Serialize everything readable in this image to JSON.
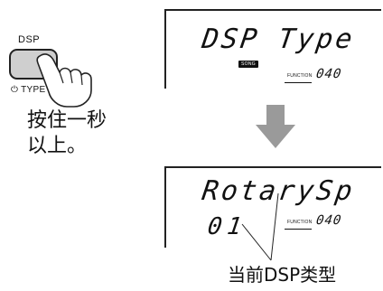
{
  "button": {
    "top_label": "DSP",
    "bottom_label": "⏻ TYPE"
  },
  "instruction": {
    "line1": "按住一秒",
    "line2": "以上。"
  },
  "display_before": {
    "main_text": "DSP Type",
    "badge": "SONG",
    "function_label": "FUNCTION",
    "function_number": "040"
  },
  "display_after": {
    "main_text": "RotarySp",
    "value": "01",
    "function_label": "FUNCTION",
    "function_number": "040"
  },
  "callout": {
    "label": "当前DSP类型"
  },
  "colors": {
    "button_fill": "#cfcfcf",
    "arrow_fill": "#9a9a9a",
    "outline": "#222222"
  }
}
